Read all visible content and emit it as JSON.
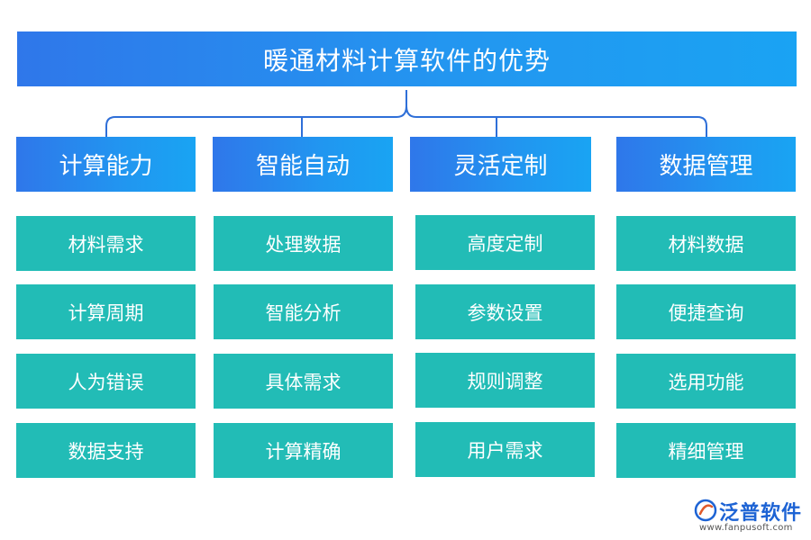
{
  "title": "暖通材料计算软件的优势",
  "categories": [
    {
      "label": "计算能力",
      "items": [
        "材料需求",
        "计算周期",
        "人为错误",
        "数据支持"
      ]
    },
    {
      "label": "智能自动",
      "items": [
        "处理数据",
        "智能分析",
        "具体需求",
        "计算精确"
      ]
    },
    {
      "label": "灵活定制",
      "items": [
        "高度定制",
        "参数设置",
        "规则调整",
        "用户需求"
      ]
    },
    {
      "label": "数据管理",
      "items": [
        "材料数据",
        "便捷查询",
        "选用功能",
        "精细管理"
      ]
    }
  ],
  "logo": {
    "name": "泛普软件",
    "url": "www.fanpusoft.com",
    "icon": "fanpu-logo-icon"
  },
  "colors": {
    "header_start": "#2f77ea",
    "header_end": "#1aa3f3",
    "item_bg": "#22bcb6",
    "connector": "#2f6fd8"
  }
}
